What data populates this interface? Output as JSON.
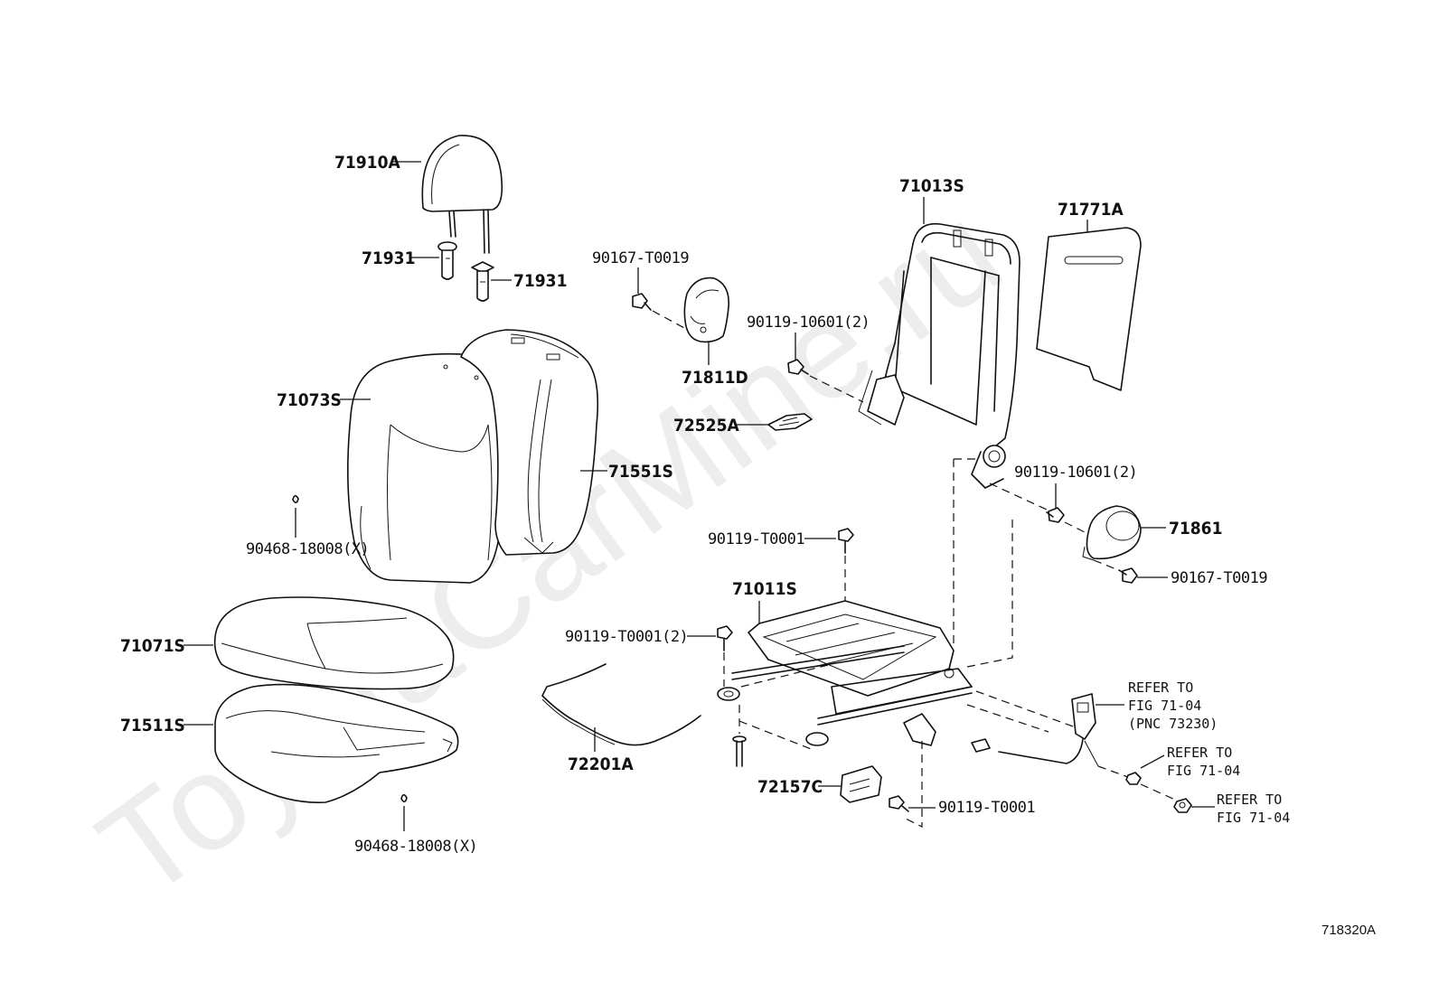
{
  "watermark": "ToyotaCarMine.ru",
  "diagram_code": "718320A",
  "labels": {
    "p71910A": "71910A",
    "p71931a": "71931",
    "p71931b": "71931",
    "p71073S": "71073S",
    "p71551S": "71551S",
    "p90468a": "90468-18008(X)",
    "p71071S": "71071S",
    "p71511S": "71511S",
    "p90468b": "90468-18008(X)",
    "p90167a": "90167-T0019",
    "p71811D": "71811D",
    "p90119_10601a": "90119-10601(2)",
    "p72525A": "72525A",
    "p71013S": "71013S",
    "p71771A": "71771A",
    "p90119_10601b": "90119-10601(2)",
    "p71861": "71861",
    "p90167b": "90167-T0019",
    "p90119_T0001a": "90119-T0001",
    "p71011S": "71011S",
    "p90119_T0001_2": "90119-T0001(2)",
    "p72201A": "72201A",
    "p72157C": "72157C",
    "p90119_T0001b": "90119-T0001"
  },
  "references": {
    "ref1": [
      "REFER TO",
      "FIG 71-04",
      "(PNC 73230)"
    ],
    "ref2": [
      "REFER TO",
      "FIG 71-04"
    ],
    "ref3": [
      "REFER TO",
      "FIG 71-04"
    ]
  }
}
